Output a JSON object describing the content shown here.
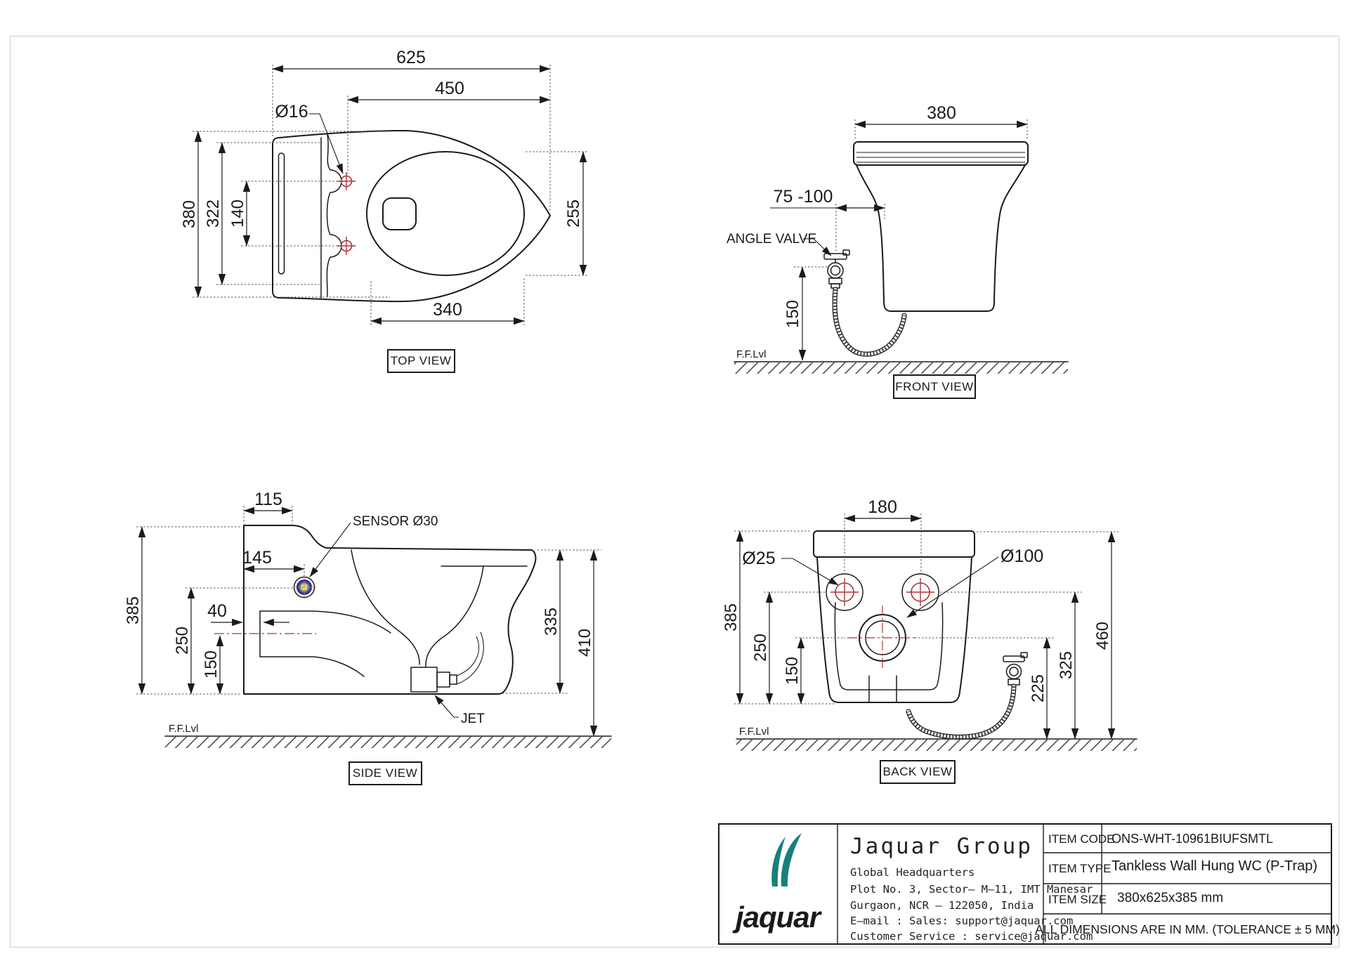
{
  "page": {
    "background": "#ffffff",
    "border_color": "#e2e2e2"
  },
  "colors": {
    "line": "#1a1a1a",
    "accent_red": "#b03434",
    "brand_teal": "#17807b",
    "sensor_blue": "#2b2f90",
    "sensor_yellow": "#f2ee55"
  },
  "views": {
    "top": {
      "label": "TOP VIEW",
      "dims": {
        "d625": "625",
        "d450": "450",
        "d16": "Ø16",
        "d380": "380",
        "d322": "322",
        "d140": "140",
        "d255": "255",
        "d340": "340"
      }
    },
    "front": {
      "label": "FRONT VIEW",
      "dims": {
        "d380": "380",
        "d75": "75 -100",
        "d150": "150"
      },
      "angle_valve": "ANGLE VALVE",
      "ffl": "F.F.Lvl"
    },
    "side": {
      "label": "SIDE VIEW",
      "dims": {
        "d115": "115",
        "d145": "145",
        "d40": "40",
        "d385": "385",
        "d250": "250",
        "d150": "150",
        "d335": "335",
        "d410": "410"
      },
      "sensor": "SENSOR Ø30",
      "jet": "JET",
      "ffl": "F.F.Lvl"
    },
    "back": {
      "label": "BACK VIEW",
      "dims": {
        "d180": "180",
        "d25": "Ø25",
        "d100": "Ø100",
        "d385": "385",
        "d250": "250",
        "d150": "150",
        "d225": "225",
        "d325": "325",
        "d460": "460"
      },
      "ffl": "F.F.Lvl"
    }
  },
  "title_block": {
    "brand": "jaquar",
    "company": "Jaquar Group",
    "hq": "Global Headquarters",
    "address1": "Plot No. 3, Sector– M–11, IMT Manesar",
    "address2": "Gurgaon, NCR – 122050, India",
    "email": "E–mail : Sales: support@jaquar.com",
    "service": "Customer Service : service@jaquar.com",
    "item_code_label": "ITEM CODE",
    "item_code": "ONS-WHT-10961BIUFSMTL",
    "item_type_label": "ITEM TYPE",
    "item_type": "Tankless Wall Hung WC (P-Trap)",
    "item_size_label": "ITEM SIZE",
    "item_size": "380x625x385 mm",
    "note": "ALL DIMENSIONS ARE IN MM. (TOLERANCE ± 5 MM)"
  }
}
